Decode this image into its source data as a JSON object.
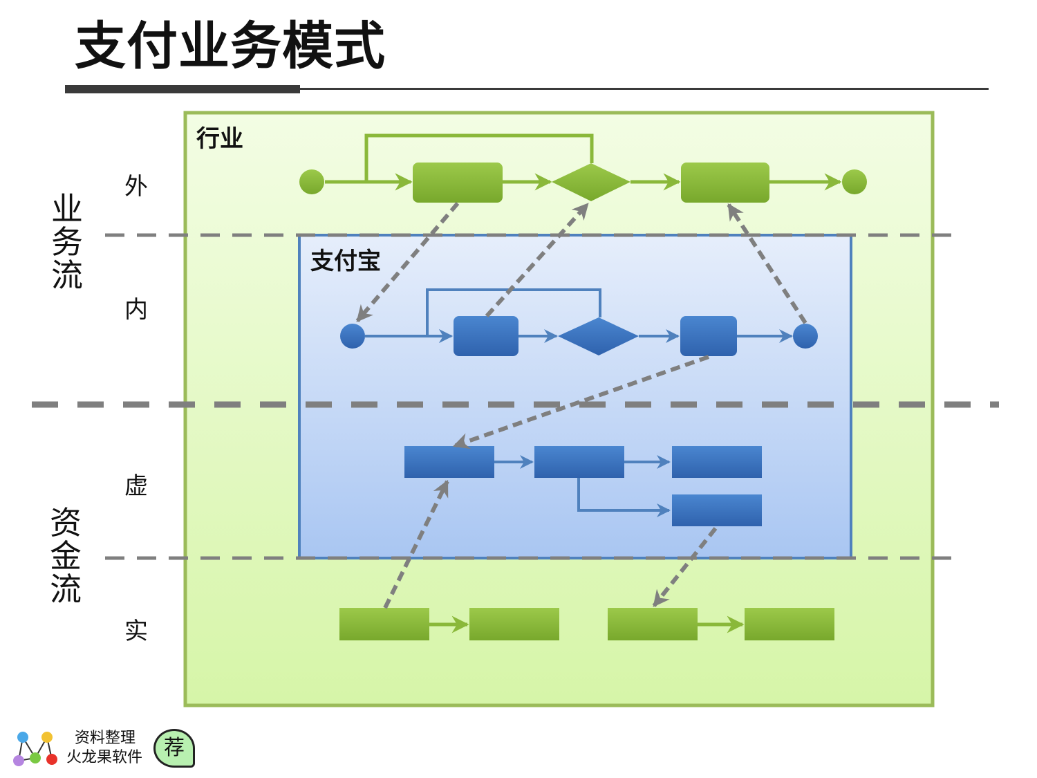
{
  "title": "支付业务模式",
  "sections": {
    "business_flow": "业务流",
    "fund_flow": "资金流"
  },
  "lanes": {
    "outer": "外",
    "inner": "内",
    "virtual": "虚",
    "real": "实"
  },
  "containers": {
    "industry": "行业",
    "alipay": "支付宝"
  },
  "colors": {
    "industry_fill": "#e2f7c2",
    "industry_border": "#9bbb59",
    "green_shape": "#8ab83a",
    "alipay_fill": "#c6d9f5",
    "alipay_border": "#4f81bd",
    "blue_shape": "#3a72c0",
    "dash_gray": "#7f7f7f"
  },
  "footer": {
    "line1": "资料整理",
    "line2": "火龙果软件",
    "badge": "荐"
  }
}
